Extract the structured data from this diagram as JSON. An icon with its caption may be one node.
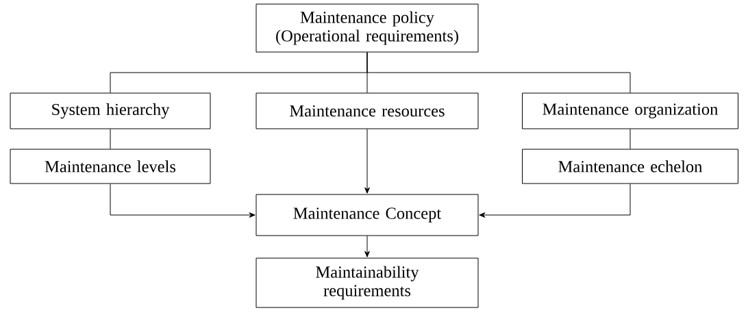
{
  "diagram": {
    "nodes": [
      {
        "text": [
          "Maintenance policy (Operational requirements)"
        ]
      },
      {
        "text": [
          "System hierarchy"
        ]
      },
      {
        "text": [
          "Maintenance resources"
        ]
      },
      {
        "text": [
          "Maintenance organization"
        ]
      },
      {
        "text": [
          "Maintenance levels"
        ]
      },
      {
        "text": [
          "Maintenance echelon"
        ]
      },
      {
        "text": [
          "Maintenance Concept"
        ]
      },
      {
        "text": [
          "Maintainability requirements"
        ]
      }
    ],
    "edges": [
      {
        "from": 0,
        "to": 1,
        "arrow": "none"
      },
      {
        "from": 0,
        "to": 2,
        "arrow": "none"
      },
      {
        "from": 0,
        "to": 3,
        "arrow": "none"
      },
      {
        "from": 1,
        "to": 4,
        "arrow": "none"
      },
      {
        "from": 3,
        "to": 5,
        "arrow": "none"
      },
      {
        "from": 2,
        "to": 6,
        "arrow": "to"
      },
      {
        "from": 4,
        "to": 6,
        "arrow": "to"
      },
      {
        "from": 5,
        "to": 6,
        "arrow": "to"
      },
      {
        "from": 6,
        "to": 7,
        "arrow": "to"
      }
    ]
  }
}
